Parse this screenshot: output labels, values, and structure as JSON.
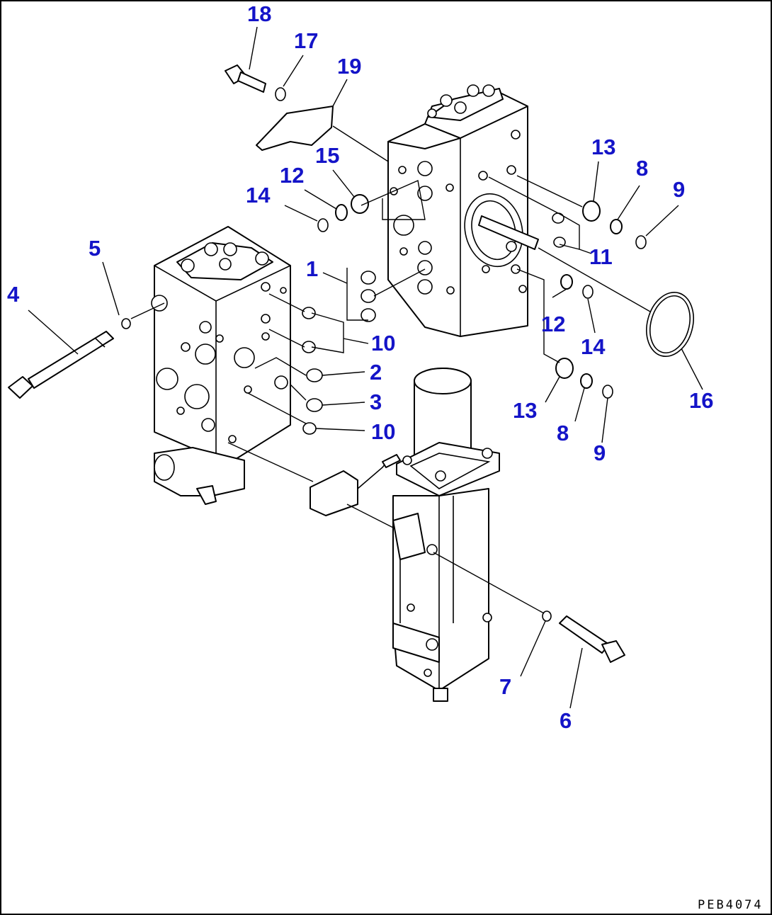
{
  "callouts": {
    "c1": "1",
    "c2": "2",
    "c3": "3",
    "c4": "4",
    "c5": "5",
    "c6": "6",
    "c7": "7",
    "c8a": "8",
    "c8b": "8",
    "c9a": "9",
    "c9b": "9",
    "c10a": "10",
    "c10b": "10",
    "c11": "11",
    "c12a": "12",
    "c12b": "12",
    "c13a": "13",
    "c13b": "13",
    "c14a": "14",
    "c14b": "14",
    "c15": "15",
    "c16": "16",
    "c17": "17",
    "c18": "18",
    "c19": "19"
  },
  "drawing_code": "PEB4074",
  "colors": {
    "callout": "#1414c8",
    "line": "#000000",
    "background": "#ffffff"
  }
}
